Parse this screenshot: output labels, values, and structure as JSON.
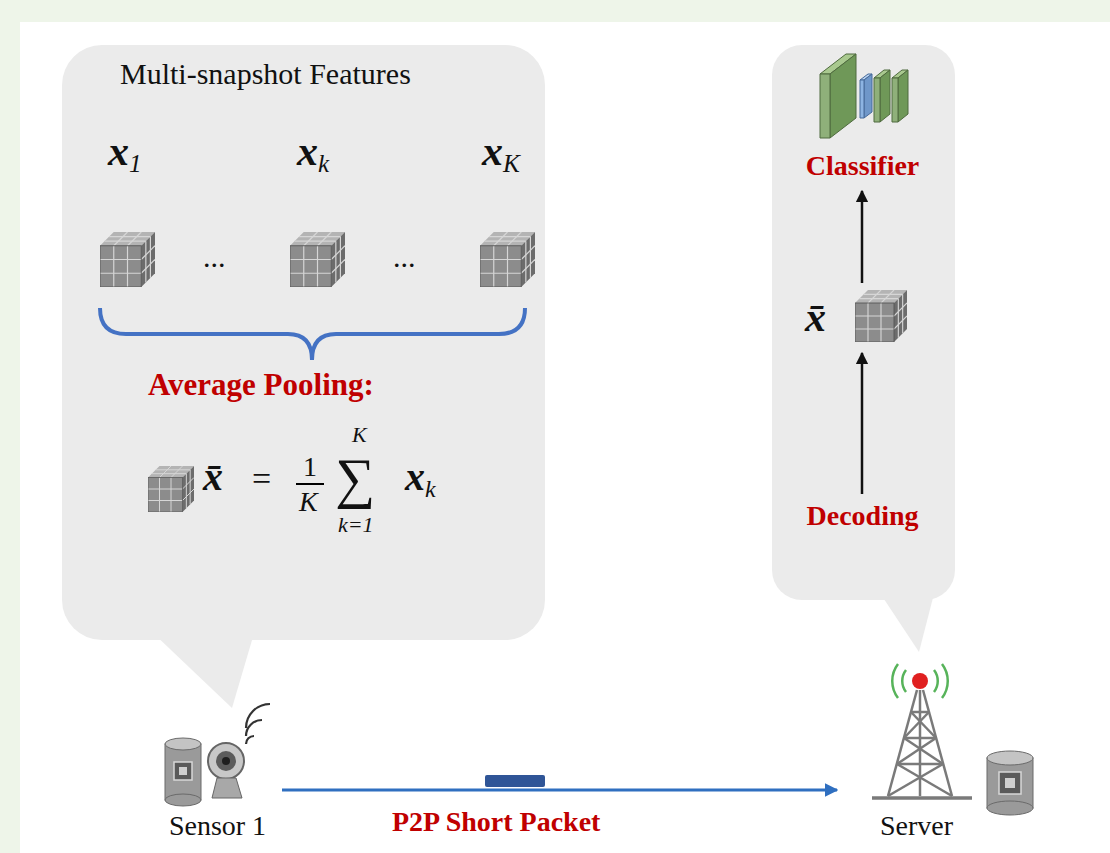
{
  "diagram": {
    "nodes": [
      {
        "text": [
          "Multi-snapshot Features",
          "Average Pooling:"
        ]
      },
      {
        "text": [
          "Classifier"
        ]
      },
      {
        "text": [
          "x̄"
        ]
      },
      {
        "text": [
          "Decoding"
        ]
      },
      {
        "text": [
          "Sensor 1"
        ]
      },
      {
        "text": [
          "Server"
        ]
      }
    ],
    "edges": [
      {
        "from": 3,
        "to": 2,
        "arrow": "to"
      },
      {
        "from": 2,
        "to": 1,
        "arrow": "to"
      },
      {
        "from": 4,
        "to": 5,
        "label": "P2P Short Packet",
        "arrow": "to"
      }
    ],
    "labels": [
      "x1",
      "...",
      "xk",
      "...",
      "xK",
      "x̄",
      "=",
      "1",
      "K",
      "K",
      "∑",
      "k=1",
      "xk"
    ]
  }
}
